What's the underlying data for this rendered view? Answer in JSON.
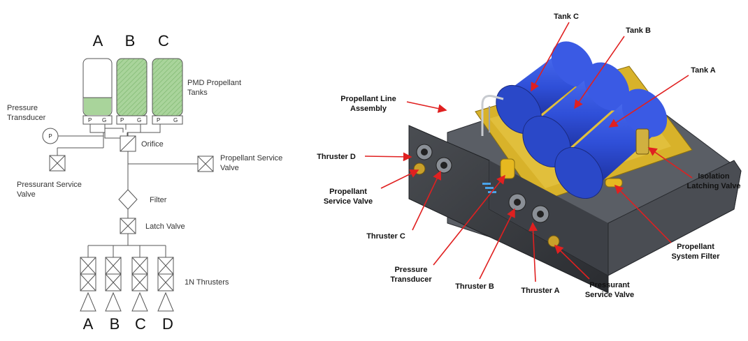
{
  "schematic": {
    "tank_letters": [
      "A",
      "B",
      "C"
    ],
    "tanks_label": [
      "PMD Propellant",
      "Tanks"
    ],
    "port_p": "P",
    "port_g": "G",
    "pressure_transducer_label": [
      "Pressure",
      "Transducer"
    ],
    "pressure_symbol": "P",
    "orifice_label": "Orifice",
    "propellant_service_valve_label": [
      "Propellant Service",
      "Valve"
    ],
    "pressurant_service_valve_label": [
      "Pressurant Service",
      "Valve"
    ],
    "filter_label": "Filter",
    "latch_valve_label": "Latch Valve",
    "thrusters_label": "1N Thrusters",
    "thruster_letters": [
      "A",
      "B",
      "C",
      "D"
    ]
  },
  "render_callouts": {
    "tank_c": "Tank C",
    "tank_b": "Tank B",
    "tank_a": "Tank A",
    "propellant_line_assembly": [
      "Propellant Line",
      "Assembly"
    ],
    "thruster_d": "Thruster D",
    "propellant_service_valve": [
      "Propellant",
      "Service Valve"
    ],
    "thruster_c": "Thruster C",
    "pressure_transducer": [
      "Pressure",
      "Transducer"
    ],
    "thruster_b": "Thruster B",
    "thruster_a": "Thruster A",
    "pressurant_service_valve": [
      "Pressurant",
      "Service Valve"
    ],
    "propellant_system_filter": [
      "Propellant",
      "System Filter"
    ],
    "isolation_latching_valve": [
      "Isolation",
      "Latching Valve"
    ]
  },
  "colors": {
    "callout_arrow": "#e02020",
    "tank_blue": "#2f4fd8",
    "propellant_green": "#a9d49b",
    "hardware_gold": "#d8b22a",
    "panel_dark": "#3a3d42"
  }
}
